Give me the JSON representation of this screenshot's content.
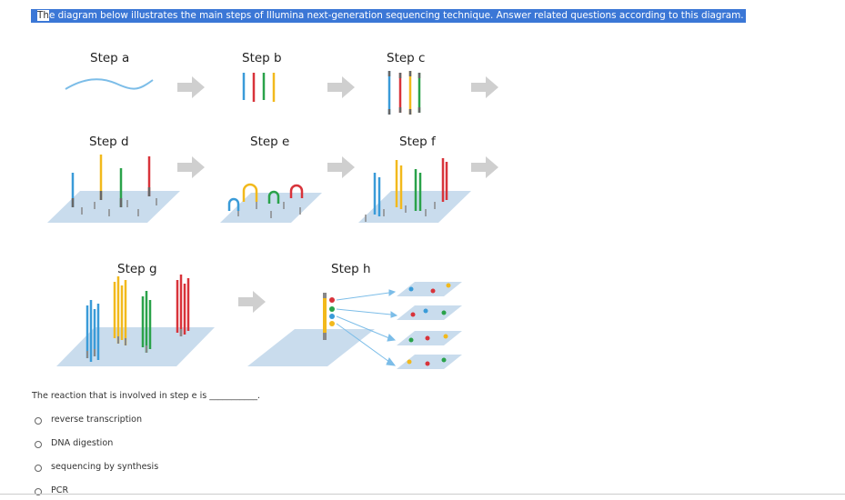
{
  "intro": {
    "lead": "Th",
    "highlighted": "e diagram below illustrates the main steps of Illumina next-generation sequencing technique. Answer related questions according to this diagram."
  },
  "steps": {
    "a": "Step a",
    "b": "Step b",
    "c": "Step c",
    "d": "Step d",
    "e": "Step e",
    "f": "Step f",
    "g": "Step g",
    "h": "Step h"
  },
  "colors": {
    "blue": "#3a9bd8",
    "red": "#d8333a",
    "green": "#2aa24a",
    "yellow": "#f2b91c",
    "arrow": "#cfcfcf",
    "platform": "#c9dced",
    "wave": "#7cbde8"
  },
  "question": {
    "prompt": "The reaction that is involved in step e is ___________.",
    "options": [
      "reverse transcription",
      "DNA digestion",
      "sequencing by synthesis",
      "PCR"
    ]
  }
}
